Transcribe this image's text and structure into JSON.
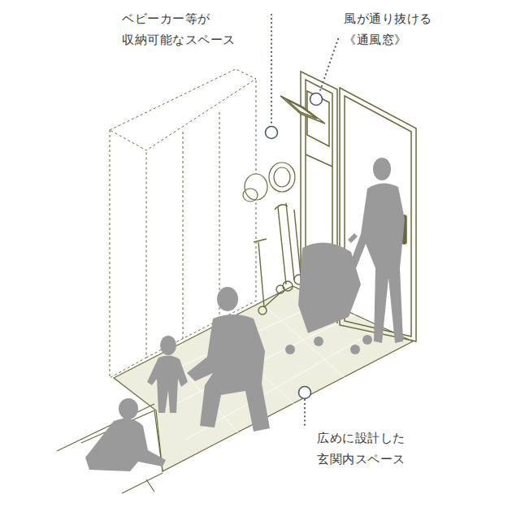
{
  "diagram": {
    "labels": [
      "ベビーカー等が 収納可能なスペース",
      "風が通り抜ける 《通風窓》",
      "広めに設計した 玄関内スペース"
    ]
  }
}
